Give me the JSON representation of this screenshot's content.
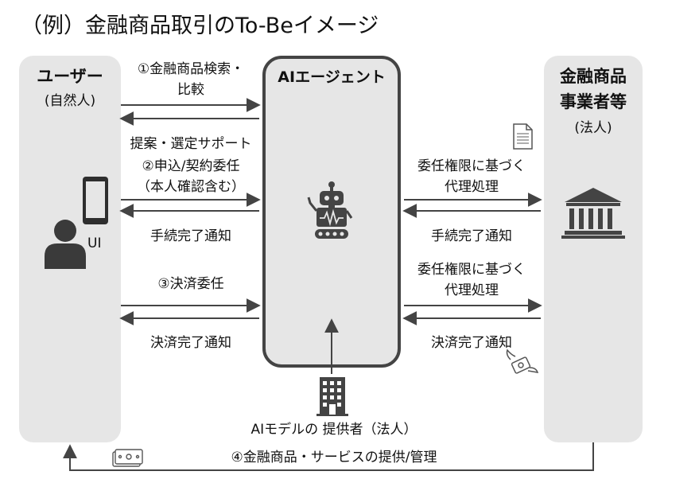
{
  "title": "（例）金融商品取引のTo-Beイメージ",
  "user": {
    "heading": "ユーザー",
    "sub": "(自然人)",
    "ui_label": "UI"
  },
  "agent": {
    "heading": "AIエージェント"
  },
  "provider": {
    "heading_line1": "金融商品",
    "heading_line2": "事業者等",
    "sub": "(法人)"
  },
  "flows": {
    "search_line1": "①金融商品検索・",
    "search_line2": "比較",
    "support": "提案・選定サポート",
    "apply_line1": "②申込/契約委任",
    "apply_line2": "（本人確認含む）",
    "proc_done_left": "手続完了通知",
    "delegate1_line1": "委任権限に基づく",
    "delegate1_line2": "代理処理",
    "proc_done_right": "手続完了通知",
    "settle": "③決済委任",
    "settle_done_left": "決済完了通知",
    "delegate2_line1": "委任権限に基づく",
    "delegate2_line2": "代理処理",
    "settle_done_right": "決済完了通知",
    "model_provider": "AIモデルの 提供者（法人）",
    "service": "④金融商品・サービスの提供/管理"
  }
}
